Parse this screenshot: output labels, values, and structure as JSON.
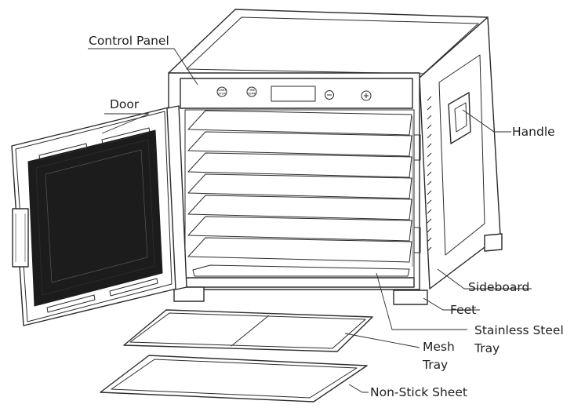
{
  "labels": {
    "control_panel": "Control Panel",
    "door": "Door",
    "handle": "Handle",
    "sideboard": "Sideboard",
    "feet": "Feet",
    "stainless_steel_tray_line1": "Stainless Steel",
    "stainless_steel_tray_line2": "Tray",
    "mesh_tray_line1": "Mesh",
    "mesh_tray_line2": "Tray",
    "non_stick_sheet": "Non-Stick Sheet"
  },
  "panel_buttons": {
    "start_stop_line1": "START",
    "start_stop_line2": "STOP",
    "time_temp_line1": "TIME",
    "time_temp_line2": "TEMP"
  },
  "tray_count": 7
}
